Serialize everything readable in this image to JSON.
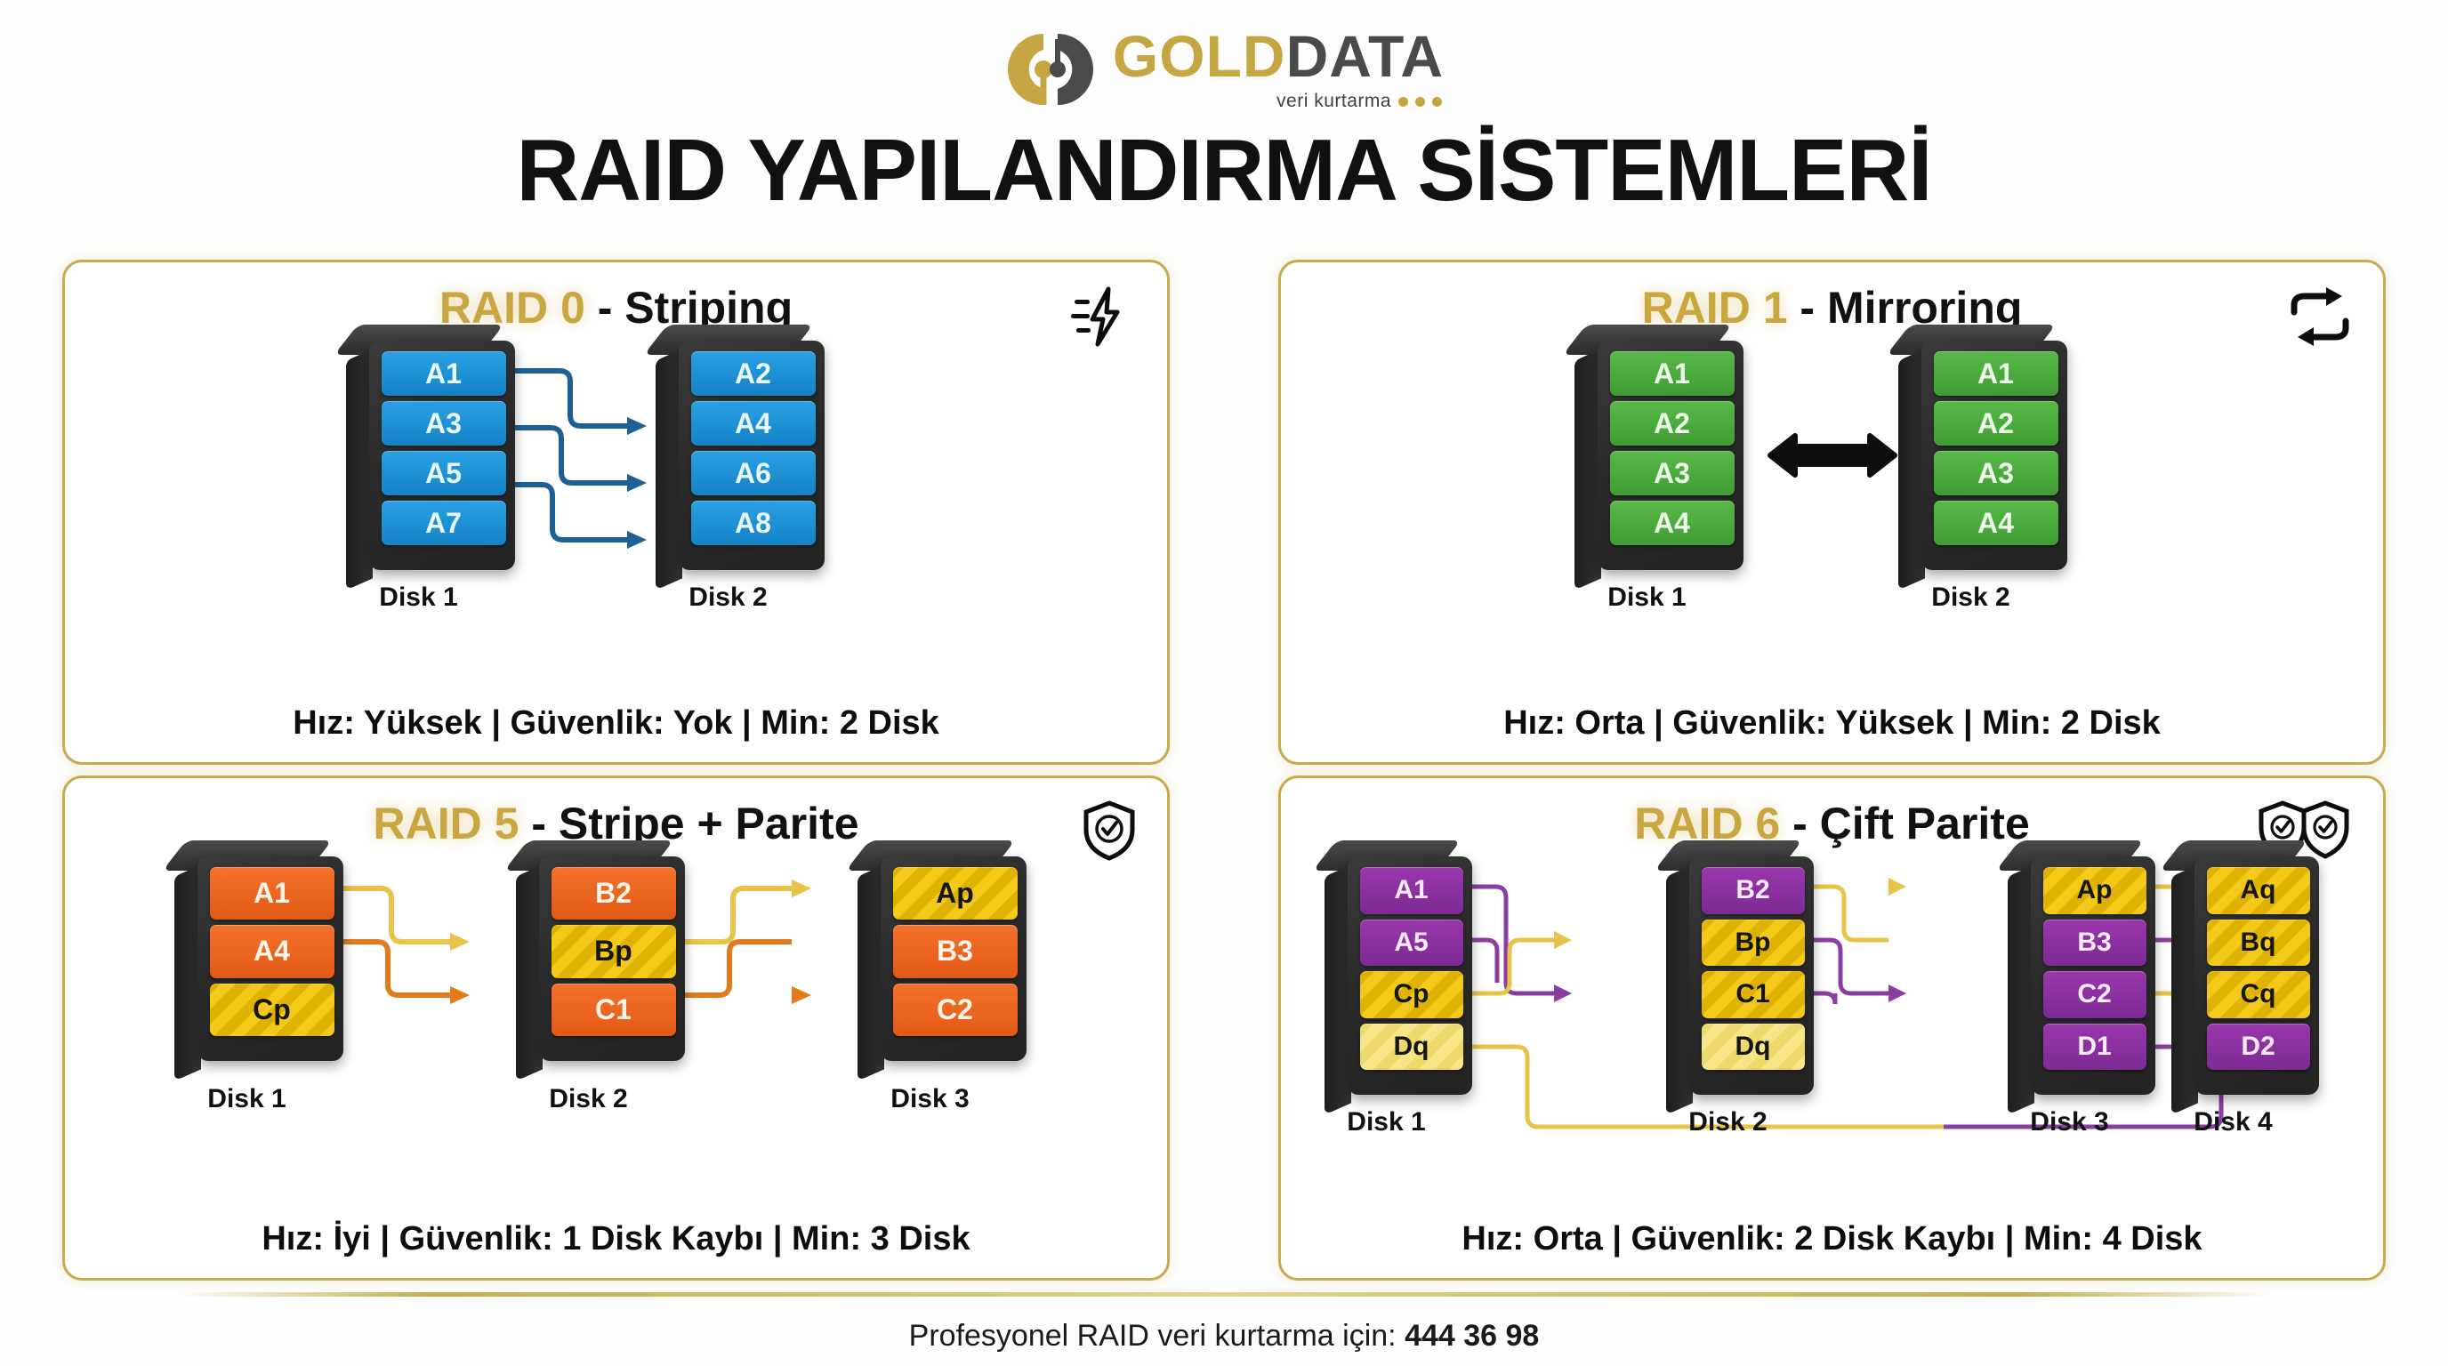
{
  "brand": {
    "name_gold": "GOLD",
    "name_dark": "DATA",
    "tagline": "veri kurtarma",
    "logo_icon": "golddata-logo-icon",
    "gold_hex": "#c6a643",
    "dark_hex": "#4a4a4a"
  },
  "page_title": "RAID YAPILANDIRMA SİSTEMLERİ",
  "panels": [
    {
      "id": "raid0",
      "title_gold": "RAID 0",
      "title_dark": "- Striping",
      "icon": "lightning-speed-icon",
      "disks": [
        {
          "label": "Disk 1",
          "blocks": [
            {
              "text": "A1",
              "color": "data-blue"
            },
            {
              "text": "A3",
              "color": "data-blue"
            },
            {
              "text": "A5",
              "color": "data-blue"
            },
            {
              "text": "A7",
              "color": "data-blue"
            }
          ]
        },
        {
          "label": "Disk 2",
          "blocks": [
            {
              "text": "A2",
              "color": "data-blue"
            },
            {
              "text": "A4",
              "color": "data-blue"
            },
            {
              "text": "A6",
              "color": "data-blue"
            },
            {
              "text": "A8",
              "color": "data-blue"
            }
          ]
        }
      ],
      "footer": "Hız: Yüksek | Güvenlik: Yok | Min: 2 Disk",
      "accent_hex": "#1e5f94"
    },
    {
      "id": "raid1",
      "title_gold": "RAID 1",
      "title_dark": "- Mirroring",
      "icon": "mirror-repeat-icon",
      "disks": [
        {
          "label": "Disk 1",
          "blocks": [
            {
              "text": "A1",
              "color": "data-green"
            },
            {
              "text": "A2",
              "color": "data-green"
            },
            {
              "text": "A3",
              "color": "data-green"
            },
            {
              "text": "A4",
              "color": "data-green"
            }
          ]
        },
        {
          "label": "Disk 2",
          "blocks": [
            {
              "text": "A1",
              "color": "data-green"
            },
            {
              "text": "A2",
              "color": "data-green"
            },
            {
              "text": "A3",
              "color": "data-green"
            },
            {
              "text": "A4",
              "color": "data-green"
            }
          ]
        }
      ],
      "footer": "Hız: Orta | Güvenlik: Yüksek | Min: 2 Disk",
      "accent_hex": "#111111"
    },
    {
      "id": "raid5",
      "title_gold": "RAID 5",
      "title_dark": "- Stripe + Parite",
      "icon": "shield-check-icon",
      "disks": [
        {
          "label": "Disk 1",
          "blocks": [
            {
              "text": "A1",
              "color": "data-orange"
            },
            {
              "text": "A4",
              "color": "data-orange"
            },
            {
              "text": "Cp",
              "color": "parity-gold"
            }
          ]
        },
        {
          "label": "Disk 2",
          "blocks": [
            {
              "text": "B2",
              "color": "data-orange"
            },
            {
              "text": "Bp",
              "color": "parity-gold"
            },
            {
              "text": "C1",
              "color": "data-orange"
            }
          ]
        },
        {
          "label": "Disk 3",
          "blocks": [
            {
              "text": "Ap",
              "color": "parity-gold"
            },
            {
              "text": "B3",
              "color": "data-orange"
            },
            {
              "text": "C2",
              "color": "data-orange"
            }
          ]
        }
      ],
      "footer": "Hız: İyi | Güvenlik: 1 Disk Kaybı | Min: 3 Disk",
      "accent_hex": "#e07b1e"
    },
    {
      "id": "raid6",
      "title_gold": "RAID 6",
      "title_dark": "- Çift Parite",
      "icon": "double-shield-check-icon",
      "disks": [
        {
          "label": "Disk 1",
          "blocks": [
            {
              "text": "A1",
              "color": "data-purple"
            },
            {
              "text": "A5",
              "color": "data-purple"
            },
            {
              "text": "Cp",
              "color": "parity-gold"
            },
            {
              "text": "Dq",
              "color": "parity-light"
            }
          ]
        },
        {
          "label": "Disk 2",
          "blocks": [
            {
              "text": "B2",
              "color": "data-purple"
            },
            {
              "text": "Bp",
              "color": "parity-gold"
            },
            {
              "text": "C1",
              "color": "parity-gold"
            },
            {
              "text": "Dq",
              "color": "parity-light"
            }
          ]
        },
        {
          "label": "Disk 3",
          "blocks": [
            {
              "text": "Ap",
              "color": "parity-gold"
            },
            {
              "text": "B3",
              "color": "data-purple"
            },
            {
              "text": "C2",
              "color": "data-purple"
            },
            {
              "text": "D1",
              "color": "data-purple"
            }
          ]
        },
        {
          "label": "Disk 4",
          "blocks": [
            {
              "text": "Aq",
              "color": "parity-gold"
            },
            {
              "text": "Bq",
              "color": "parity-gold"
            },
            {
              "text": "Cq",
              "color": "parity-gold"
            },
            {
              "text": "D2",
              "color": "data-purple"
            }
          ]
        }
      ],
      "footer": "Hız: Orta | Güvenlik: 2 Disk Kaybı | Min: 4 Disk",
      "accent_hex": "#8a3fa0"
    }
  ],
  "footer_line": {
    "text": "Profesyonel RAID veri kurtarma için: ",
    "phone": "444 36 98"
  },
  "colors": {
    "panel_border": "#c8ab4e",
    "title_gold": "#c9a63f",
    "data_blue": "#1e92d8",
    "data_green": "#4aad3c",
    "data_orange": "#ee6420",
    "data_purple": "#8e30a4",
    "parity_gold": "#f0c518",
    "parity_light": "#f3e189"
  }
}
